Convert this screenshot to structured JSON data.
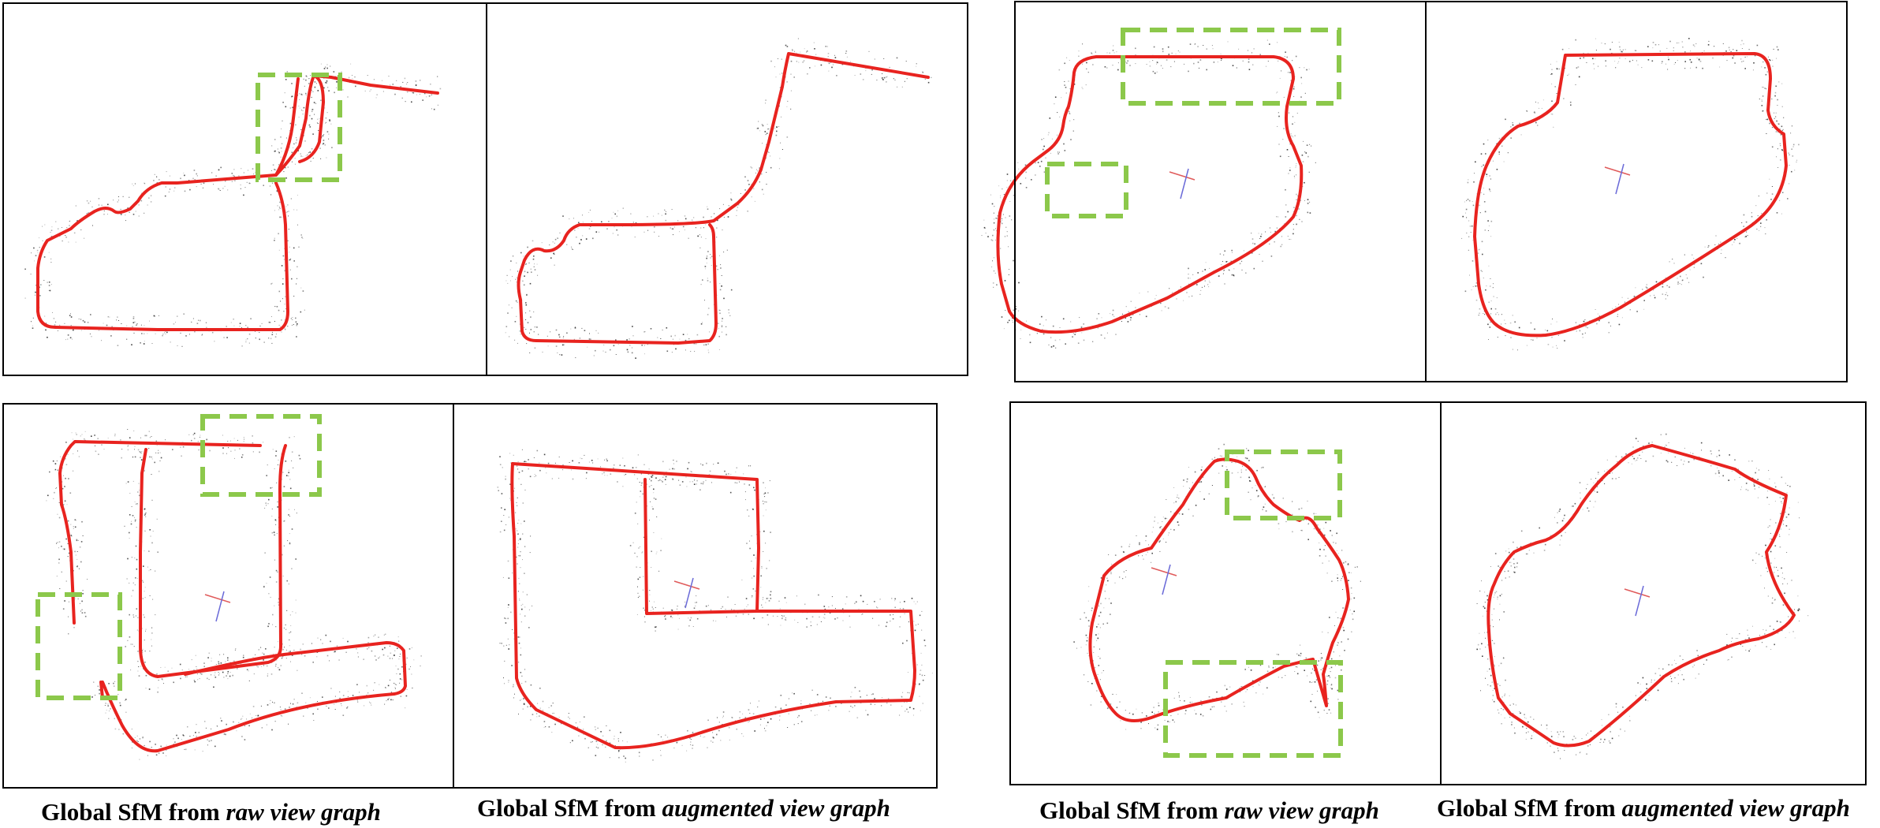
{
  "captions": {
    "left_raw": {
      "prefix": "Global SfM from ",
      "emph": "raw view graph"
    },
    "left_aug": {
      "prefix": "Global SfM from ",
      "emph": "augmented view graph"
    },
    "right_raw": {
      "prefix": "Global SfM from ",
      "emph": "raw view graph"
    },
    "right_aug": {
      "prefix": "Global SfM from ",
      "emph": "augmented view graph"
    }
  },
  "colors": {
    "trajectory": "#e8231f",
    "point_cloud": "#1a1a1a",
    "highlight_box": "#8cc84b",
    "axis_x": "#e05a5a",
    "axis_y": "#6a6ad8",
    "panel_border": "#000000"
  },
  "panels": [
    {
      "id": "scene1-raw",
      "highlighted": true
    },
    {
      "id": "scene1-augmented",
      "highlighted": false
    },
    {
      "id": "scene2-raw",
      "highlighted": true
    },
    {
      "id": "scene2-augmented",
      "highlighted": false
    },
    {
      "id": "scene3-raw",
      "highlighted": true
    },
    {
      "id": "scene3-augmented",
      "highlighted": false
    },
    {
      "id": "scene4-raw",
      "highlighted": true
    },
    {
      "id": "scene4-augmented",
      "highlighted": false
    }
  ]
}
